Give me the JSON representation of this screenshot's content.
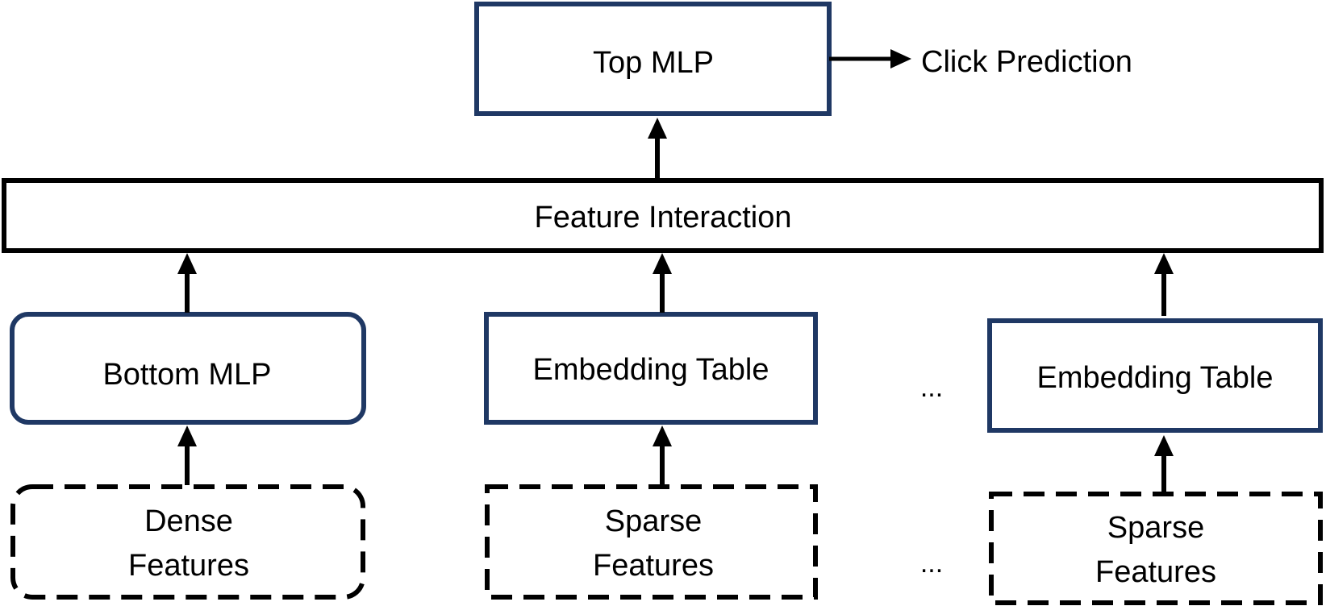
{
  "diagram": {
    "top_mlp": "Top MLP",
    "output": "Click Prediction",
    "feature_interaction": "Feature Interaction",
    "bottom_mlp": "Bottom MLP",
    "embedding_table_1": "Embedding Table",
    "embedding_table_2": "Embedding Table",
    "ellipsis_middle": "...",
    "ellipsis_bottom": "...",
    "dense_features": [
      "Dense",
      "Features"
    ],
    "sparse_features_1": [
      "Sparse",
      "Features"
    ],
    "sparse_features_2": [
      "Sparse",
      "Features"
    ]
  },
  "colors": {
    "model_box_border": "#1f3864",
    "line": "#000000"
  }
}
